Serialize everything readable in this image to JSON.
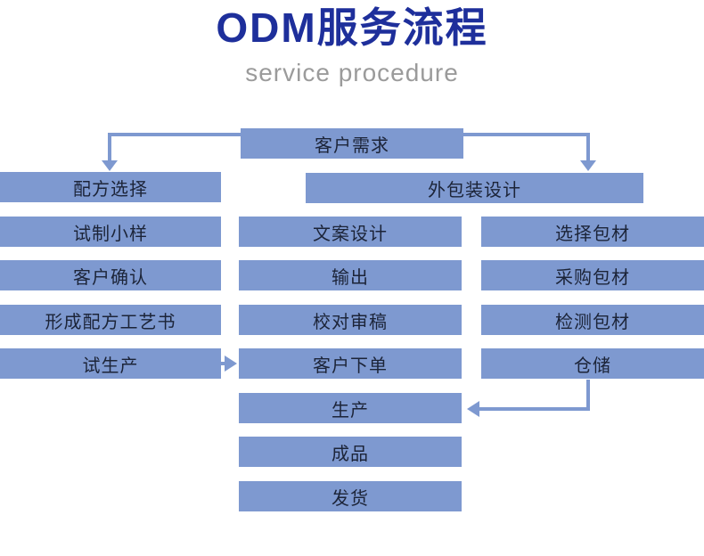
{
  "header": {
    "title": "ODM服务流程",
    "subtitle": "service procedure"
  },
  "flow": {
    "top_node": "客户需求",
    "packaging_header": "外包装设计",
    "left_column": [
      "配方选择",
      "试制小样",
      "客户确认",
      "形成配方工艺书",
      "试生产"
    ],
    "middle_column": [
      "文案设计",
      "输出",
      "校对审稿",
      "客户下单",
      "生产",
      "成品",
      "发货"
    ],
    "right_column": [
      "选择包材",
      "采购包材",
      "检测包材",
      "仓储"
    ]
  },
  "colors": {
    "node_fill": "#7e99d0",
    "node_text": "#1c2438",
    "title": "#1e2f9b",
    "subtitle": "#9b9b9b",
    "background": "#ffffff"
  }
}
